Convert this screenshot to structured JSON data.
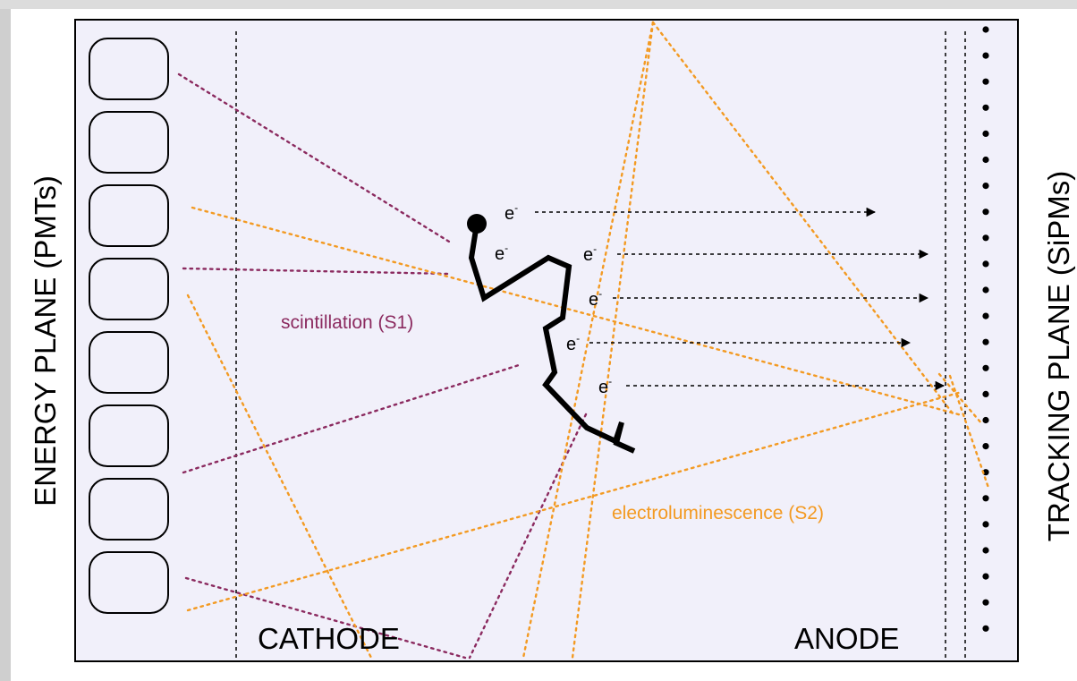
{
  "labels": {
    "energy_plane": "ENERGY PLANE (PMTs)",
    "tracking_plane": "TRACKING PLANE (SiPMs)",
    "cathode": "CATHODE",
    "anode": "ANODE",
    "scintillation": "scintillation (S1)",
    "electroluminescence": "electroluminescence (S2)",
    "electron": "e",
    "electron_charge": "-"
  },
  "colors": {
    "background": "#ffffff",
    "left_margin_gray": "#cfcfcf",
    "top_margin_gray": "#dcdcdc",
    "chamber_fill": "#f1f0fa",
    "frame": "#000000",
    "scintillation_color": "#8b2a5f",
    "electroluminescence_color": "#f39a22",
    "track_color": "#000000"
  },
  "counts": {
    "pmts": 8,
    "sipms": 24,
    "drift_electrons": 6
  }
}
